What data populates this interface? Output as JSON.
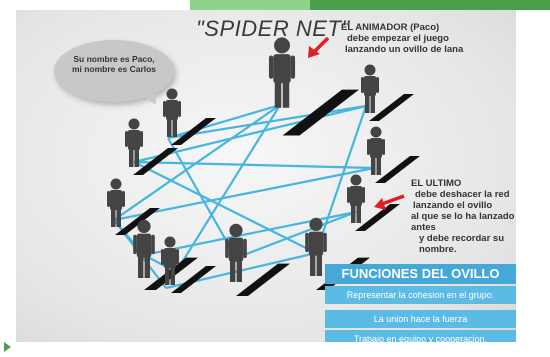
{
  "title": "\"SPIDER NET\"",
  "annotation_top": {
    "lines": [
      "EL ANIMADOR (Paco)",
      "debe empezar el juego",
      "lanzando un ovillo de lana"
    ]
  },
  "annotation_bottom": {
    "lines": [
      "EL ULTIMO",
      "debe deshacer la red",
      "lanzando el ovillo",
      "al que se lo ha lanzado antes",
      "y debe recordar su nombre."
    ]
  },
  "speech_bubble": {
    "lines": [
      "Su nombre es Paco,",
      "mi nombre es Carlos"
    ]
  },
  "panel": {
    "heading": "FUNCIONES DEL OVILLO",
    "rows": [
      "Representar la cohesion en el grupo.",
      "La union hace la fuerza",
      "Trabajo en equipo y cooperacion."
    ]
  },
  "colors": {
    "thread": "#45b6e0",
    "arrow": "#e02020",
    "panel": "#45a8d6",
    "figure": "#444444",
    "shadow": "#111111"
  },
  "icons": [
    "person-icon",
    "red-arrow-icon"
  ]
}
